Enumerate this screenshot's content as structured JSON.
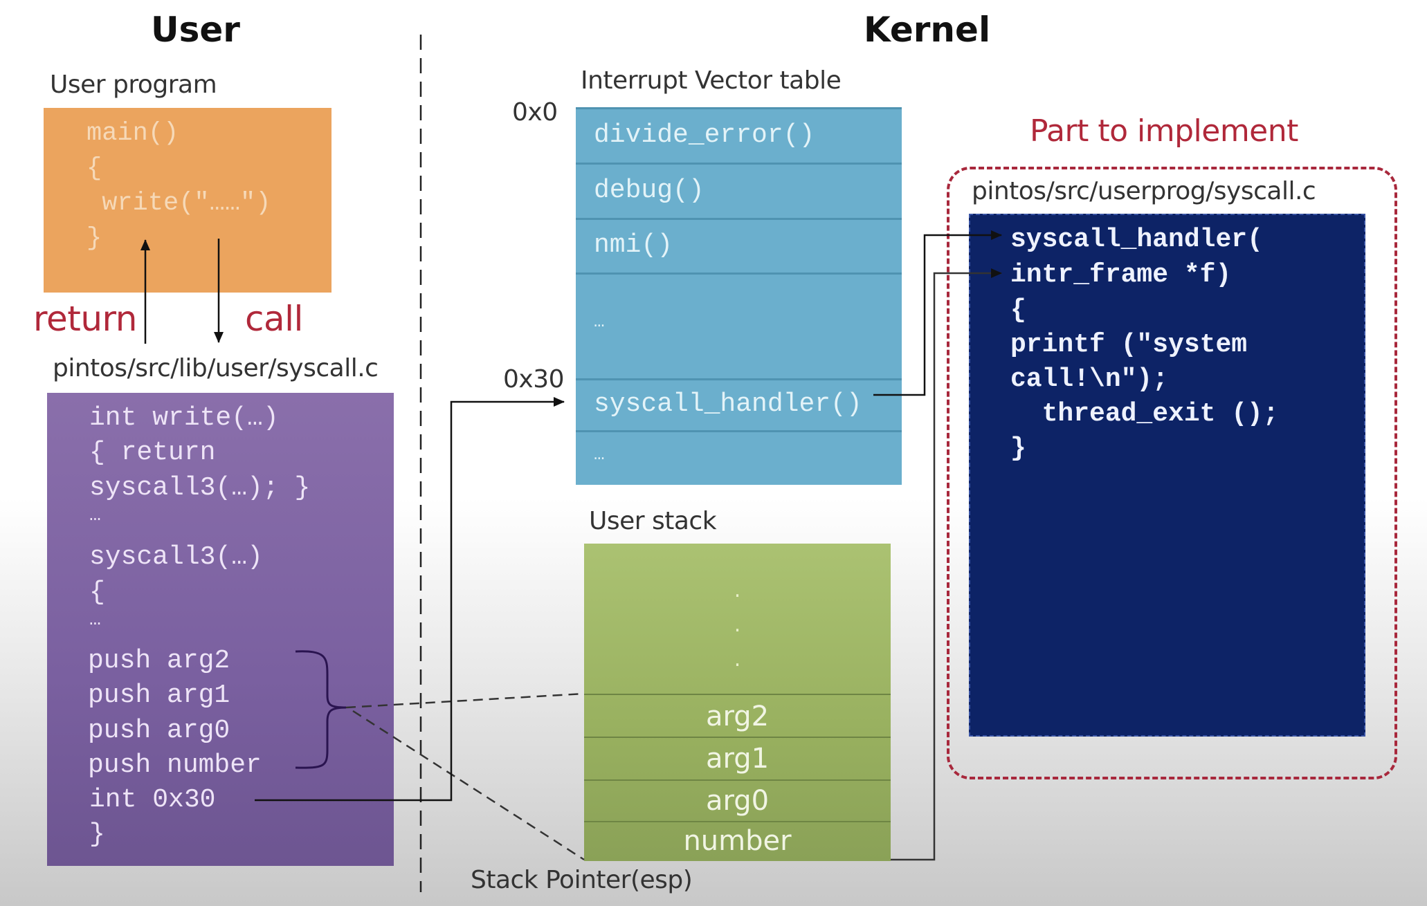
{
  "sections": {
    "user_title": "User",
    "kernel_title": "Kernel"
  },
  "user_program": {
    "label": "User program",
    "code": [
      "main()",
      "{",
      " write(\"……\")",
      "}"
    ]
  },
  "flow_labels": {
    "return": "return",
    "call": "call"
  },
  "lib_syscall": {
    "label": "pintos/src/lib/user/syscall.c",
    "code": [
      "int write(…)",
      "{ return",
      "syscall3(…); }",
      "…",
      "syscall3(…)",
      "{",
      "…",
      "push arg2",
      "push arg1",
      "push arg0",
      "push number",
      "int 0x30",
      "}"
    ]
  },
  "ivt": {
    "label": "Interrupt Vector table",
    "addr_start": "0x0",
    "addr_syscall": "0x30",
    "rows": [
      "divide_error()",
      "debug()",
      "nmi()",
      "…",
      "syscall_handler()",
      "…"
    ]
  },
  "user_stack": {
    "label": "User stack",
    "dots": [
      ".",
      ".",
      "."
    ],
    "cells": [
      "arg2",
      "arg1",
      "arg0",
      "number"
    ],
    "pointer_label": "Stack Pointer(esp)"
  },
  "implement": {
    "heading": "Part to implement",
    "file_label": "pintos/src/userprog/syscall.c",
    "code": [
      "syscall_handler(",
      "intr_frame *f)",
      "{",
      "printf (\"system",
      "call!\\n\");",
      "  thread_exit ();",
      "}"
    ]
  },
  "colors": {
    "user_program_box": "#eba45e",
    "lib_box": "#7f64a4",
    "ivt_box": "#6bafcd",
    "stack_box": "#9ab261",
    "implement_box": "#0d2366",
    "accent_red": "#b0283a"
  }
}
